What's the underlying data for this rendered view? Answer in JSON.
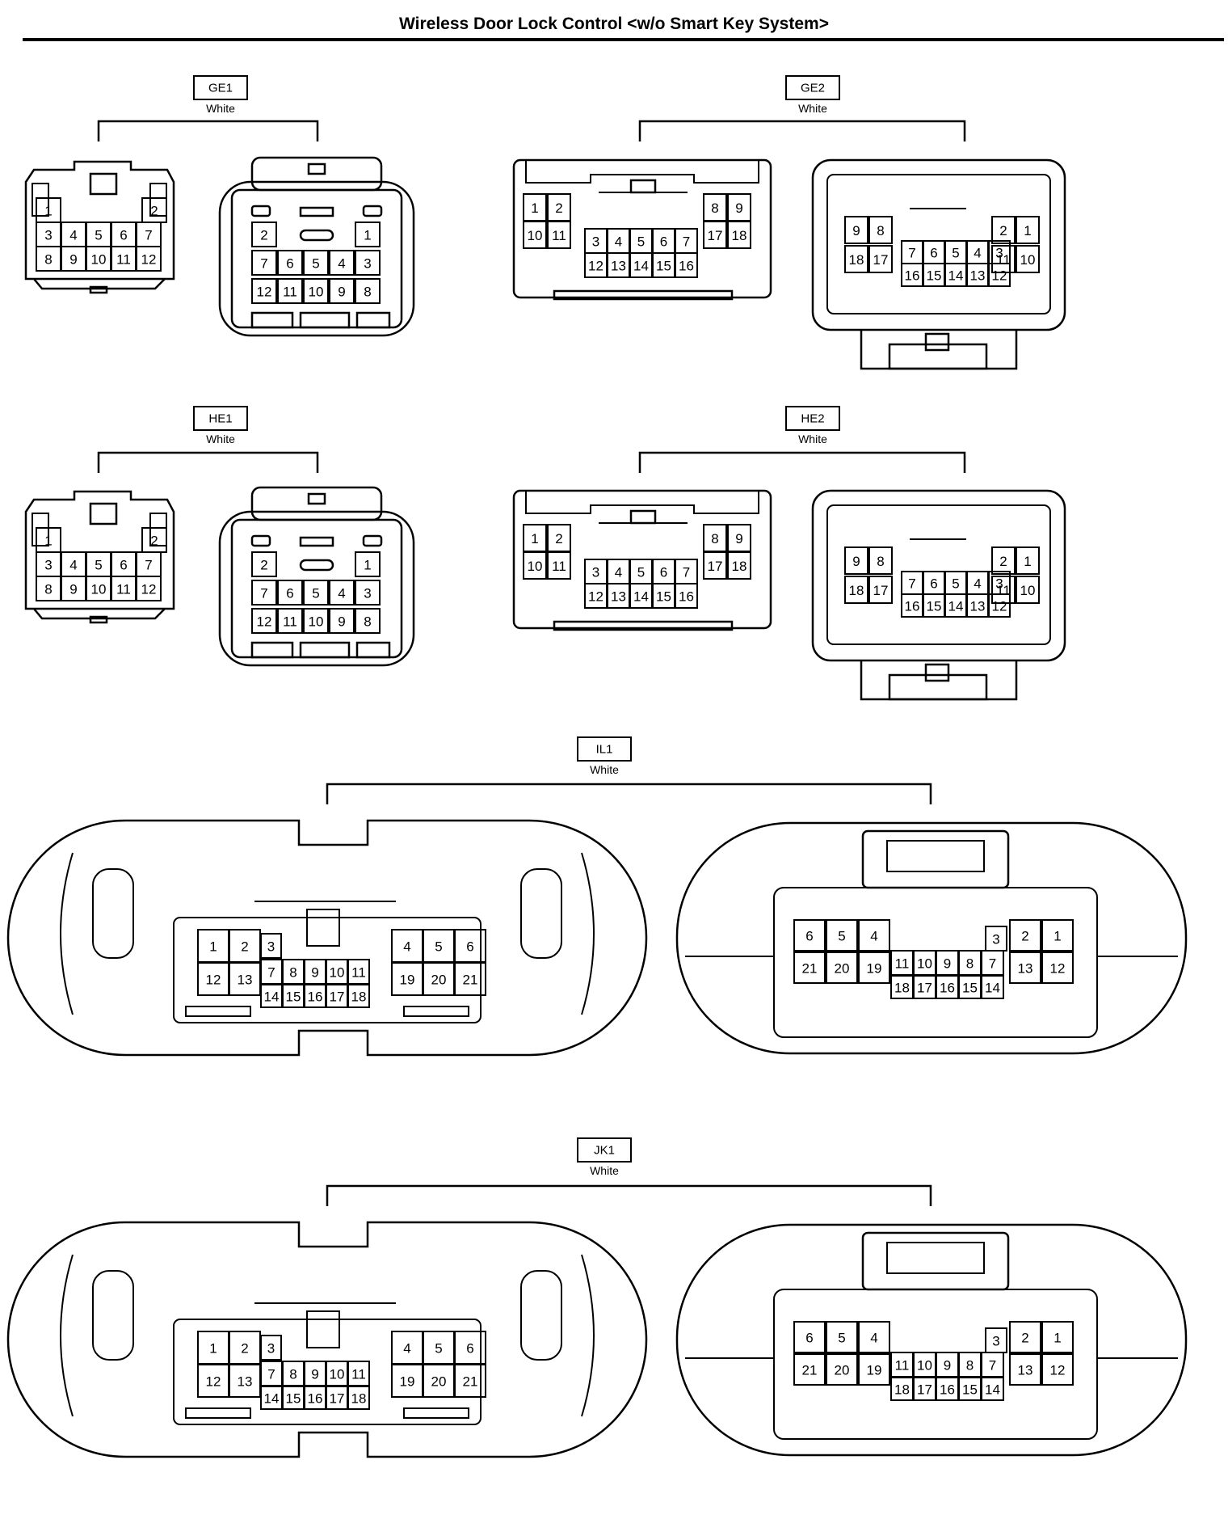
{
  "page": {
    "title": "Wireless Door Lock Control <w/o Smart Key System>"
  },
  "connectors": [
    {
      "id": "GE1",
      "color": "White",
      "views": [
        {
          "pins": [
            "1",
            "2",
            "3",
            "4",
            "5",
            "6",
            "7",
            "8",
            "9",
            "10",
            "11",
            "12"
          ]
        },
        {
          "pins": [
            "2",
            "1",
            "7",
            "6",
            "5",
            "4",
            "3",
            "12",
            "11",
            "10",
            "9",
            "8"
          ]
        }
      ]
    },
    {
      "id": "GE2",
      "color": "White",
      "views": [
        {
          "pins": [
            "1",
            "2",
            "10",
            "11",
            "3",
            "4",
            "5",
            "6",
            "7",
            "12",
            "13",
            "14",
            "15",
            "16",
            "8",
            "9",
            "17",
            "18"
          ]
        },
        {
          "pins": [
            "9",
            "8",
            "18",
            "17",
            "7",
            "6",
            "5",
            "4",
            "3",
            "16",
            "15",
            "14",
            "13",
            "12",
            "2",
            "1",
            "11",
            "10"
          ]
        }
      ]
    },
    {
      "id": "HE1",
      "color": "White",
      "views": [
        {
          "pins": [
            "1",
            "2",
            "3",
            "4",
            "5",
            "6",
            "7",
            "8",
            "9",
            "10",
            "11",
            "12"
          ]
        },
        {
          "pins": [
            "2",
            "1",
            "7",
            "6",
            "5",
            "4",
            "3",
            "12",
            "11",
            "10",
            "9",
            "8"
          ]
        }
      ]
    },
    {
      "id": "HE2",
      "color": "White",
      "views": [
        {
          "pins": [
            "1",
            "2",
            "10",
            "11",
            "3",
            "4",
            "5",
            "6",
            "7",
            "12",
            "13",
            "14",
            "15",
            "16",
            "8",
            "9",
            "17",
            "18"
          ]
        },
        {
          "pins": [
            "9",
            "8",
            "18",
            "17",
            "7",
            "6",
            "5",
            "4",
            "3",
            "16",
            "15",
            "14",
            "13",
            "12",
            "2",
            "1",
            "11",
            "10"
          ]
        }
      ]
    },
    {
      "id": "IL1",
      "color": "White",
      "views": [
        {
          "pins": [
            "1",
            "2",
            "3",
            "4",
            "5",
            "6",
            "12",
            "13",
            "7",
            "8",
            "9",
            "10",
            "11",
            "19",
            "20",
            "21",
            "14",
            "15",
            "16",
            "17",
            "18"
          ]
        },
        {
          "pins": [
            "6",
            "5",
            "4",
            "3",
            "2",
            "1",
            "21",
            "20",
            "19",
            "11",
            "10",
            "9",
            "8",
            "7",
            "13",
            "12",
            "18",
            "17",
            "16",
            "15",
            "14"
          ]
        }
      ]
    },
    {
      "id": "JK1",
      "color": "White",
      "views": [
        {
          "pins": [
            "1",
            "2",
            "3",
            "4",
            "5",
            "6",
            "12",
            "13",
            "7",
            "8",
            "9",
            "10",
            "11",
            "19",
            "20",
            "21",
            "14",
            "15",
            "16",
            "17",
            "18"
          ]
        },
        {
          "pins": [
            "6",
            "5",
            "4",
            "3",
            "2",
            "1",
            "21",
            "20",
            "19",
            "11",
            "10",
            "9",
            "8",
            "7",
            "13",
            "12",
            "18",
            "17",
            "16",
            "15",
            "14"
          ]
        }
      ]
    }
  ]
}
